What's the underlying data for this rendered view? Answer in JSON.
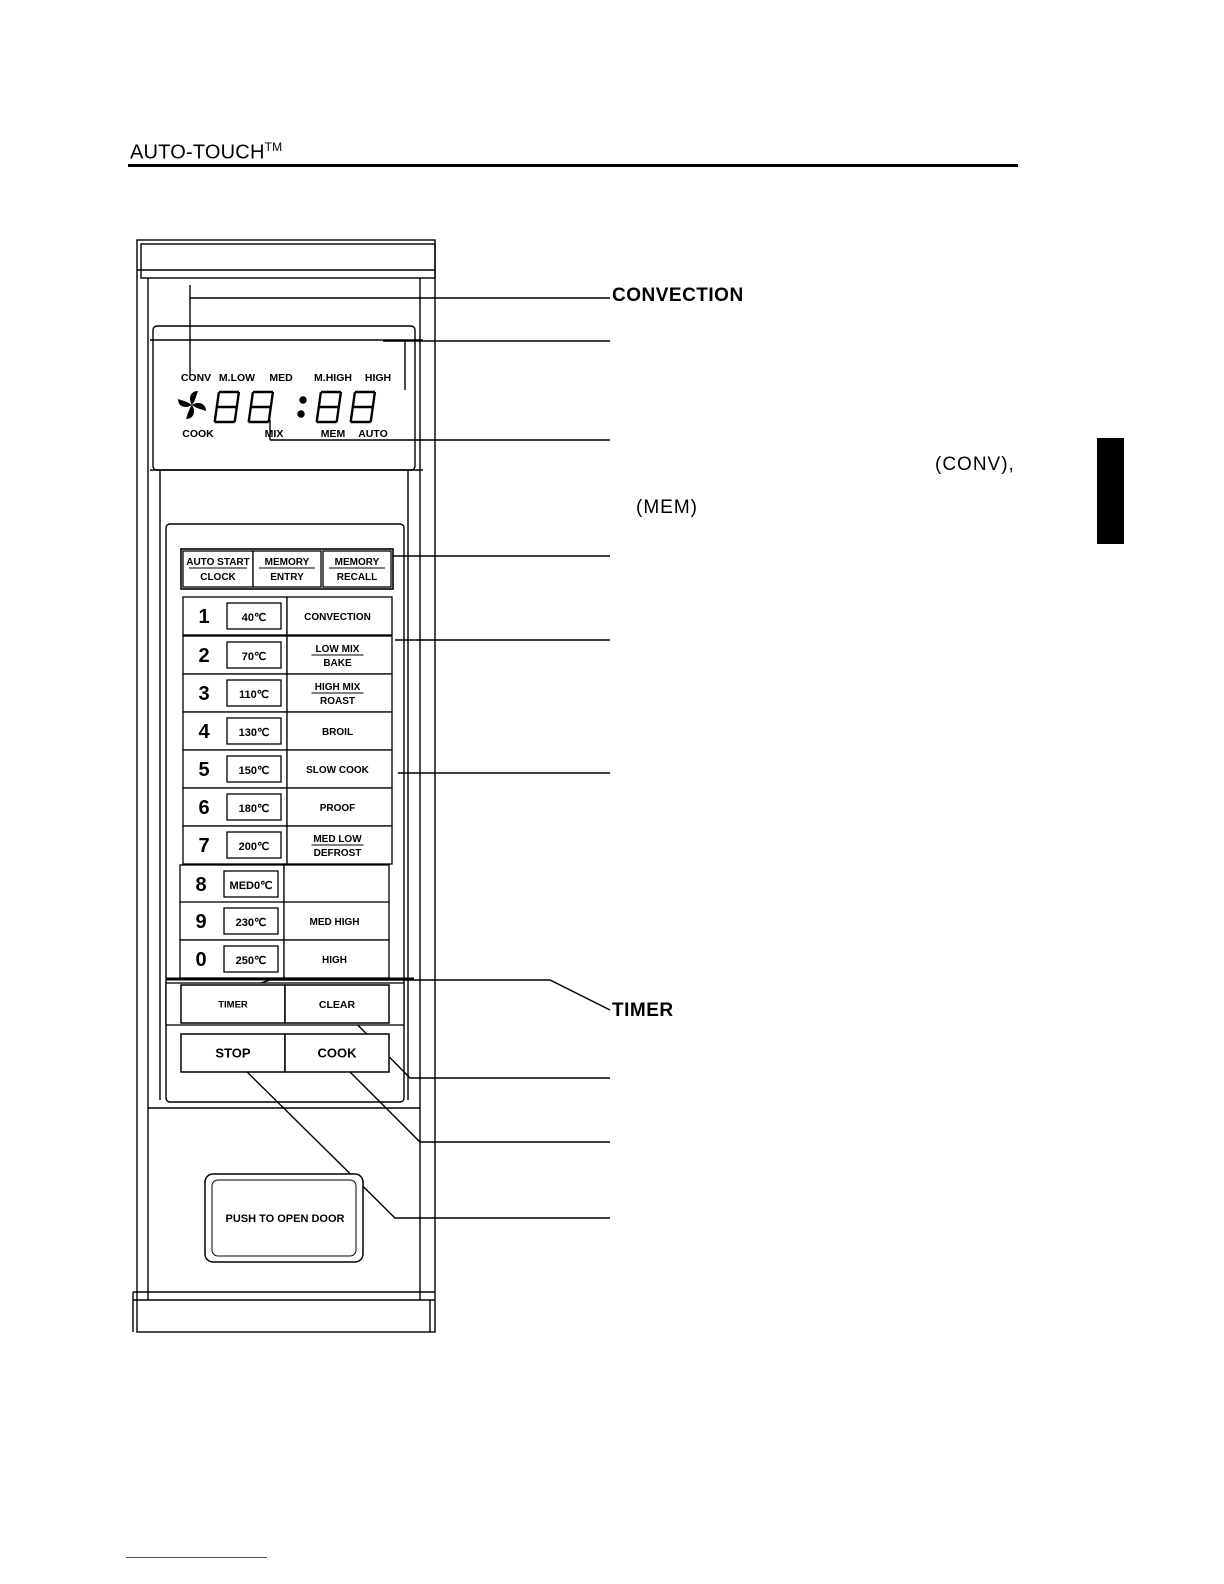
{
  "header": {
    "title": "AUTO-TOUCH",
    "trademark": "TM"
  },
  "callouts": {
    "convection": "CONVECTION",
    "timer": "TIMER",
    "conv_note": "(CONV),",
    "mem_note": "(MEM)"
  },
  "display": {
    "top_indicators": [
      "CONV",
      "M.LOW",
      "MED",
      "M.HIGH",
      "HIGH"
    ],
    "bottom_indicators": [
      "COOK",
      "MIX",
      "MEM",
      "AUTO"
    ],
    "digits": "88:88"
  },
  "top_keys": [
    {
      "line1": "AUTO START",
      "line2": "CLOCK"
    },
    {
      "line1": "MEMORY",
      "line2": "ENTRY"
    },
    {
      "line1": "MEMORY",
      "line2": "RECALL"
    }
  ],
  "keypad": [
    {
      "digit": "1",
      "temp": "40℃",
      "func1": "CONVECTION",
      "func2": ""
    },
    {
      "digit": "2",
      "temp": "70℃",
      "func1": "LOW MIX",
      "func2": "BAKE"
    },
    {
      "digit": "3",
      "temp": "110℃",
      "func1": "HIGH MIX",
      "func2": "ROAST"
    },
    {
      "digit": "4",
      "temp": "130℃",
      "func1": "BROIL",
      "func2": ""
    },
    {
      "digit": "5",
      "temp": "150℃",
      "func1": "SLOW COOK",
      "func2": ""
    },
    {
      "digit": "6",
      "temp": "180℃",
      "func1": "PROOF",
      "func2": ""
    },
    {
      "digit": "7",
      "temp": "200℃",
      "func1": "MED LOW",
      "func2": "DEFROST"
    },
    {
      "digit": "8",
      "temp": "MED0℃",
      "func1": "",
      "func2": ""
    },
    {
      "digit": "9",
      "temp": "230℃",
      "func1": "MED HIGH",
      "func2": ""
    },
    {
      "digit": "0",
      "temp": "250℃",
      "func1": "HIGH",
      "func2": ""
    }
  ],
  "bottom_keys": {
    "timer": "TIMER",
    "clear": "CLEAR",
    "stop": "STOP",
    "cook": "COOK"
  },
  "door_button": "PUSH TO OPEN DOOR"
}
